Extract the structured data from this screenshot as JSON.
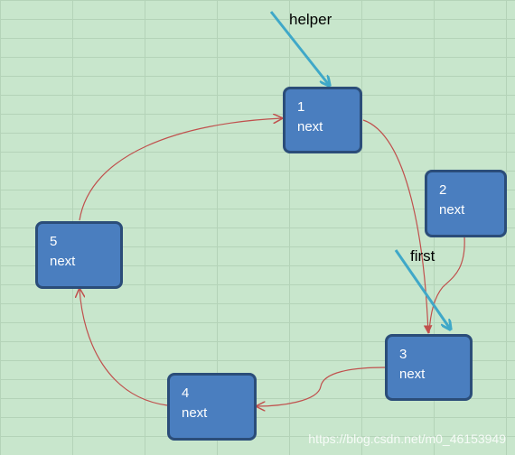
{
  "diagram": {
    "nodes": [
      {
        "id": "1",
        "value": "1",
        "field": "next"
      },
      {
        "id": "2",
        "value": "2",
        "field": "next"
      },
      {
        "id": "3",
        "value": "3",
        "field": "next"
      },
      {
        "id": "4",
        "value": "4",
        "field": "next"
      },
      {
        "id": "5",
        "value": "5",
        "field": "next"
      }
    ],
    "links": [
      {
        "from": "1",
        "to": "3"
      },
      {
        "from": "2",
        "to": "3"
      },
      {
        "from": "3",
        "to": "4"
      },
      {
        "from": "4",
        "to": "5"
      },
      {
        "from": "5",
        "to": "1"
      }
    ],
    "pointers": [
      {
        "label": "helper",
        "target": "1"
      },
      {
        "label": "first",
        "target": "3"
      }
    ]
  },
  "colors": {
    "background": "#c8e6cc",
    "grid": "#b4d3b8",
    "node_fill": "#4a7ebf",
    "node_border": "#2b4d79",
    "link": "#c0504d",
    "pointer_arrow": "#3fa8c8"
  },
  "watermark": "https://blog.csdn.net/m0_46153949"
}
